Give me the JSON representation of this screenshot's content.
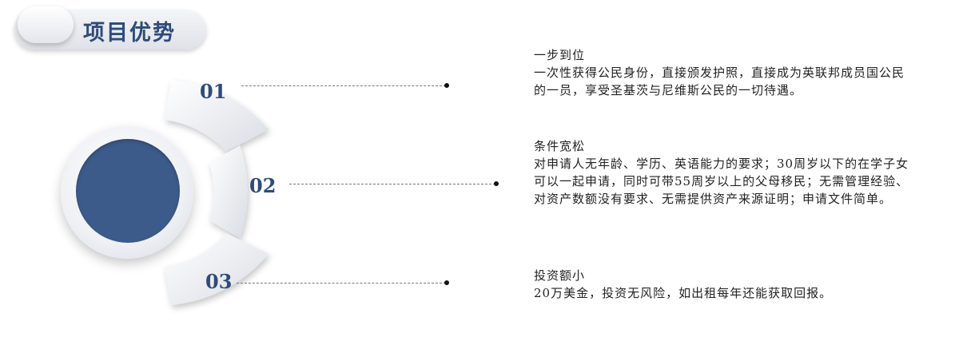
{
  "header": {
    "title": "项目优势"
  },
  "diagram": {
    "segments": [
      {
        "number": "01"
      },
      {
        "number": "02"
      },
      {
        "number": "03"
      }
    ]
  },
  "items": [
    {
      "title": "一步到位",
      "body": "一次性获得公民身份，直接颁发护照，直接成为英联邦成员国公民的一员，享受圣基茨与尼维斯公民的一切待遇。"
    },
    {
      "title": "条件宽松",
      "body": "对申请人无年龄、学历、英语能力的要求；30周岁以下的在学子女可以一起申请，同时可带55周岁以上的父母移民；无需管理经验、对资产数额没有要求、无需提供资产来源证明；申请文件简单。"
    },
    {
      "title": "投资额小",
      "body": "20万美金，投资无风险，如出租每年还能获取回报。"
    }
  ],
  "colors": {
    "accent": "#3d5b8a",
    "title_text": "#2e4b7a"
  }
}
